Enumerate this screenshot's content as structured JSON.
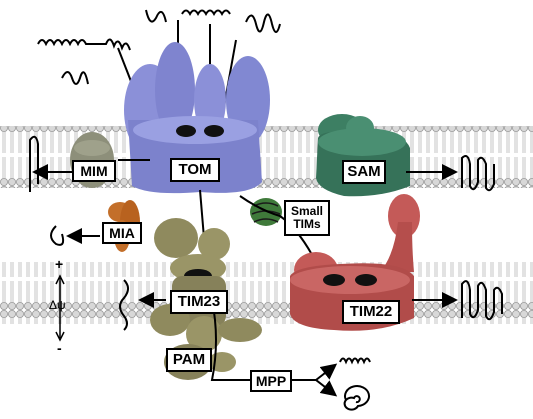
{
  "complexes": {
    "tom": "TOM",
    "sam": "SAM",
    "mim": "MIM",
    "mia": "MIA",
    "small_tims_line1": "Small",
    "small_tims_line2": "TIMs",
    "tim23": "TIM23",
    "tim22": "TIM22",
    "pam": "PAM",
    "mpp": "MPP"
  },
  "membrane_potential": {
    "plus": "+",
    "delta_psi": "Δψ",
    "minus": "-"
  },
  "colors": {
    "tom": "#8b90d8",
    "sam": "#3d7f63",
    "tim23_pam": "#8f8a5e",
    "tim22": "#c45a58",
    "mim": "#8d8f7a",
    "mia": "#c36f2a",
    "small_tims": "#3f7a3a"
  }
}
